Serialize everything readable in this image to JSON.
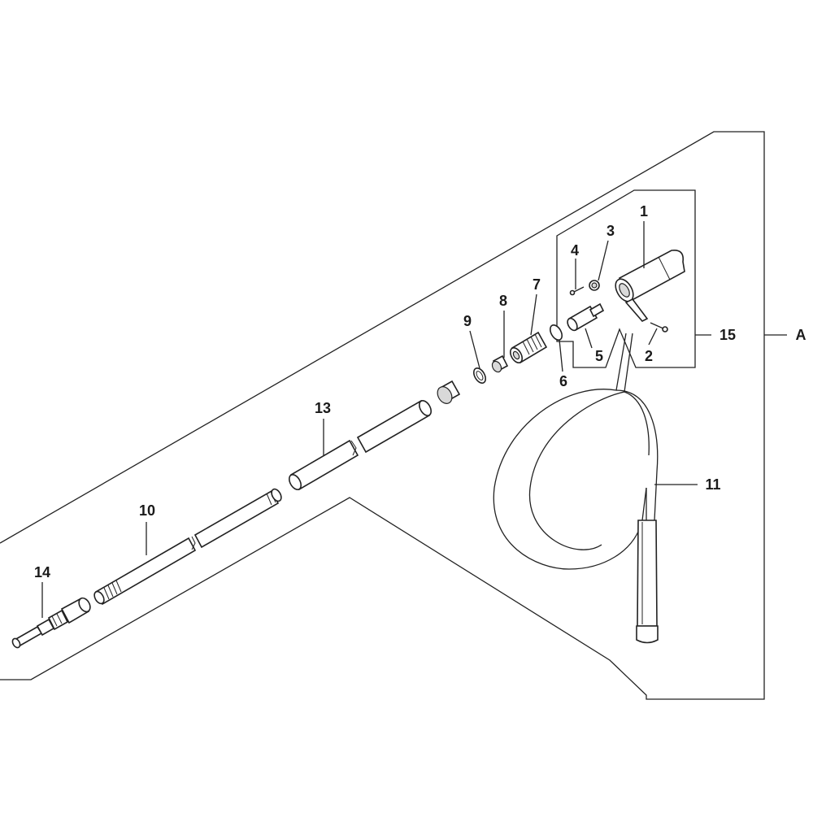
{
  "diagram": {
    "callouts": {
      "c1": "1",
      "c2": "2",
      "c3": "3",
      "c4": "4",
      "c5": "5",
      "c6": "6",
      "c7": "7",
      "c8": "8",
      "c9": "9",
      "c10": "10",
      "c11": "11",
      "c13": "13",
      "c14": "14",
      "c15": "15",
      "cA": "A"
    },
    "parts": [
      "gun-nozzle",
      "set-screw",
      "nut",
      "small-screw",
      "valve-cartridge",
      "o-ring",
      "threaded-fitting",
      "washer",
      "retaining-ring",
      "lance-tube-lower",
      "hose",
      "lance-tube-upper",
      "quick-coupler",
      "gun-assembly"
    ]
  }
}
